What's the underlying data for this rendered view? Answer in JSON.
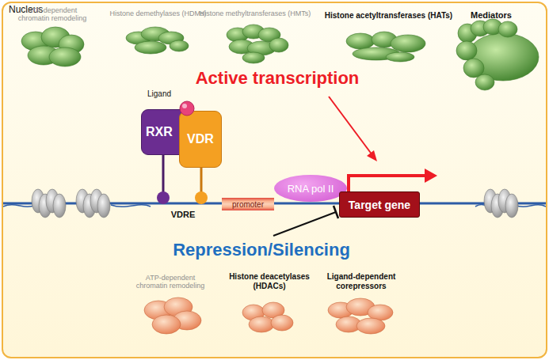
{
  "diagram": {
    "nodes": [
      {
        "text": [
          "Nucleus"
        ]
      },
      {
        "text": [
          "ATP-dependent chromatin remodeling"
        ],
        "in": 0
      },
      {
        "text": [
          "Histone demethylases (HDMs)"
        ],
        "in": 0
      },
      {
        "text": [
          "Histone methyltransferases (HMTs)"
        ],
        "in": 0
      },
      {
        "text": [
          "Histone acetyltransferases (HATs)"
        ],
        "in": 0
      },
      {
        "text": [
          "Mediators"
        ],
        "in": 0
      },
      {
        "text": [
          "RXR"
        ],
        "in": 0
      },
      {
        "text": [
          "VDR"
        ],
        "in": 0
      },
      {
        "text": [
          "promoter"
        ],
        "in": 0
      },
      {
        "text": [
          "RNA pol II"
        ],
        "in": 0
      },
      {
        "text": [
          "Target gene"
        ],
        "in": 0
      },
      {
        "text": [
          "ATP-dependent chromatin remodeling"
        ],
        "in": 0
      },
      {
        "text": [
          "Histone deacetylases (HDACs)"
        ],
        "in": 0
      },
      {
        "text": [
          "Ligand-dependent corepressors"
        ],
        "in": 0
      }
    ],
    "labels": [
      "Active transcription",
      "Repression/Silencing",
      "Ligand",
      "VDRE"
    ]
  }
}
